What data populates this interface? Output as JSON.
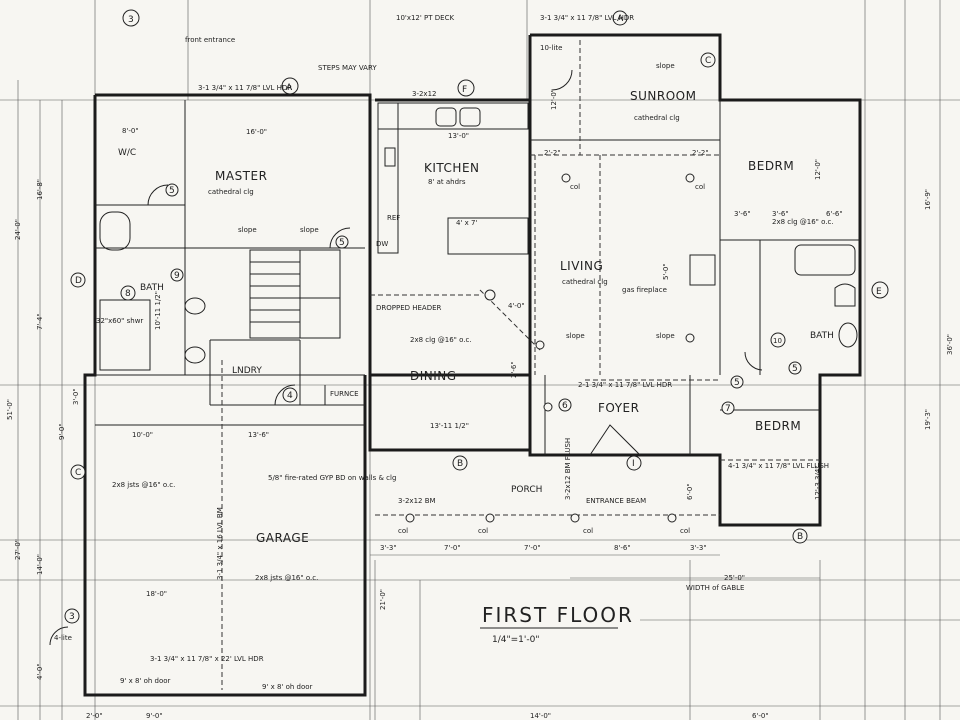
{
  "sheet": {
    "title": "FIRST FLOOR",
    "scale": "1/4\"=1'-0\""
  },
  "rooms": {
    "master": "MASTER",
    "master_note": "cathedral clg",
    "wic": "W/C",
    "kitchen": "KITCHEN",
    "kitchen_note": "8' at ahdrs",
    "sunroom": "SUNROOM",
    "sunroom_note": "cathedral clg",
    "bedrm_upper": "BEDRM",
    "bedrm_lower": "BEDRM",
    "living": "LIVING",
    "living_note": "cathedral clg",
    "dining": "DINING",
    "foyer": "FOYER",
    "porch": "PORCH",
    "bath_left": "BATH",
    "bath_right": "BATH",
    "laundry": "LNDRY",
    "garage": "GARAGE"
  },
  "notes": {
    "front_entrance": "front entrance",
    "pt_deck": "10'x12' PT DECK",
    "steps": "STEPS MAY VARY",
    "beam_top": "3-1 3/4\" x 11 7/8\" LVL HDR",
    "beam_sunroom": "3-1 3/4\" x 11 7/8\" LVL HDR",
    "beam_living": "2-1 3/4\" x 11 7/8\" LVL HDR",
    "beam_bed": "4-1 3/4\" x 11 7/8\" LVL FLUSH",
    "beam_garage_hdr": "3-1 3/4\" x 11 7/8\" x 22' LVL HDR",
    "garage_beam": "3-1 3/4\" x 16 LVL BM",
    "fireproof": "5/8\" fire-rated GYP BD on walls & clg",
    "joists_garage_top": "2x8 jsts @16\" o.c.",
    "joists_garage_bot": "2x8 jsts @16\" o.c.",
    "joists_dining": "2x8 clg @16\" o.c.",
    "joists_bedrm": "2x8 clg @16\" o.c.",
    "joists_sunroom": "slope",
    "fireplace": "gas fireplace",
    "dropped_header": "DROPPED HEADER",
    "island": "4' x 7'",
    "garage_door_l": "9' x 8' oh door",
    "garage_door_r": "9' x 8' oh door",
    "shower": "32\"x60\" shwr",
    "width_gable": "WIDTH of GABLE",
    "header_3_2x12": "3-2x12",
    "porch_beam": "3-2x12 BM",
    "porch_flush": "3-2x12 BM FLUSH",
    "porch_entry": "ENTRANCE BEAM",
    "col": "col",
    "furnace": "FURNCE",
    "ref": "REF",
    "dw": "DW",
    "four_lite": "4-lite",
    "ten_lite": "10-lite",
    "slope": "slope"
  },
  "dimensions": {
    "d_16_8": "16'-8\"",
    "d_24_0": "24'-0\"",
    "d_7_4": "7'-4\"",
    "d_51_0": "51'-0\"",
    "d_9_0": "9'-0\"",
    "d_27_0": "27'-0\"",
    "d_14_0": "14'-0\"",
    "d_4_0": "4'-0\"",
    "d_16_9": "16'-9\"",
    "d_36_0": "36'-0\"",
    "d_19_3": "19'-3\"",
    "d_13_0": "13'-0\"",
    "d_12_0": "12'-0\"",
    "d_12_0b": "12'-0\"",
    "d_16_0": "16'-0\"",
    "d_8_0": "8'-0\"",
    "d_10_11": "10'-11 1/2\"",
    "d_13_11": "13'-11 1/2\"",
    "d_18_0": "18'-0\"",
    "d_13_6": "13'-6\"",
    "d_10_0": "10'-0\"",
    "d_21_0": "21'-0\"",
    "d_3_3": "3'-3\"",
    "d_7_0": "7'-0\"",
    "d_7_0b": "7'-0\"",
    "d_8_6": "8'-6\"",
    "d_3_3b": "3'-3\"",
    "d_25_0": "25'-0\"",
    "d_6_0": "6'-0\"",
    "d_3_6": "3'-6\"",
    "d_3_6b": "3'-6\"",
    "d_6_6": "6'-6\"",
    "d_2_2": "2'-2\"",
    "d_2_2b": "2'-2\"",
    "d_5_0": "5'-0\"",
    "d_4_0b": "4'-0\"",
    "d_2_6": "2'-6\"",
    "d_3_0": "3'-0\"",
    "d_9_0b": "9'-0\"",
    "d_14_0b": "14'-0\"",
    "d_2_0": "2'-0\"",
    "d_6_0b": "6'-0\"",
    "d_12_3": "12'-3 3/4\""
  },
  "tags": {
    "A": "A",
    "B": "B",
    "C": "C",
    "D": "D",
    "E": "E",
    "F": "F",
    "I": "I",
    "n3": "3",
    "n4": "4",
    "n5": "5",
    "n6": "6",
    "n7": "7",
    "n8": "8",
    "n9": "9",
    "n10": "10"
  }
}
